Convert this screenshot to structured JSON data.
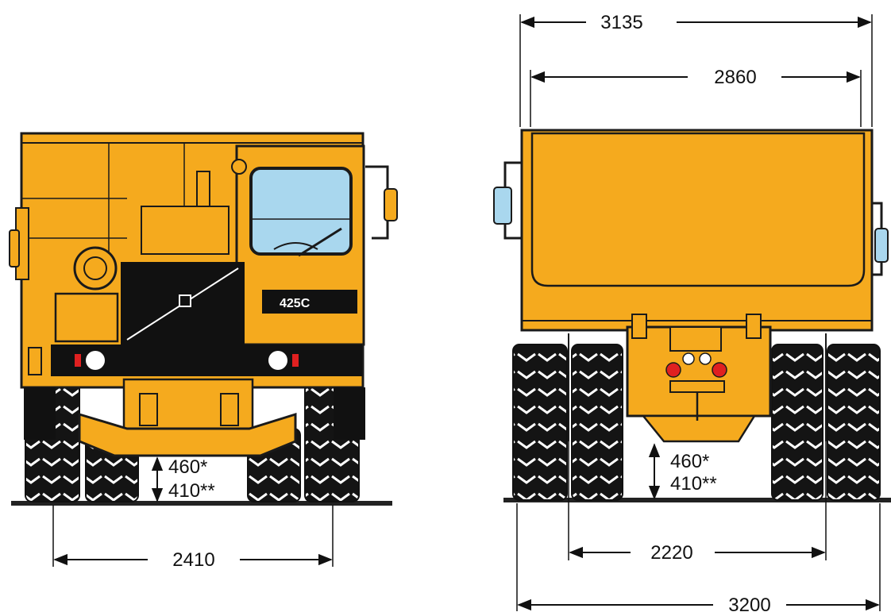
{
  "colors": {
    "body_yellow": "#F5AA1E",
    "shade_yellow": "#E39A14",
    "outline": "#1a1a1a",
    "glass_blue": "#A9D7EE",
    "light_red": "#E02020",
    "tire_black": "#141414",
    "ground": "#222222"
  },
  "front_view": {
    "badge_text": "425C",
    "clearance_label_1": "460*",
    "clearance_label_2": "410**",
    "track_width": "2410"
  },
  "rear_view": {
    "overall_width_top": "3135",
    "body_width": "2860",
    "clearance_label_1": "460*",
    "clearance_label_2": "410**",
    "track_width": "2220",
    "overall_width_bottom": "3200"
  }
}
